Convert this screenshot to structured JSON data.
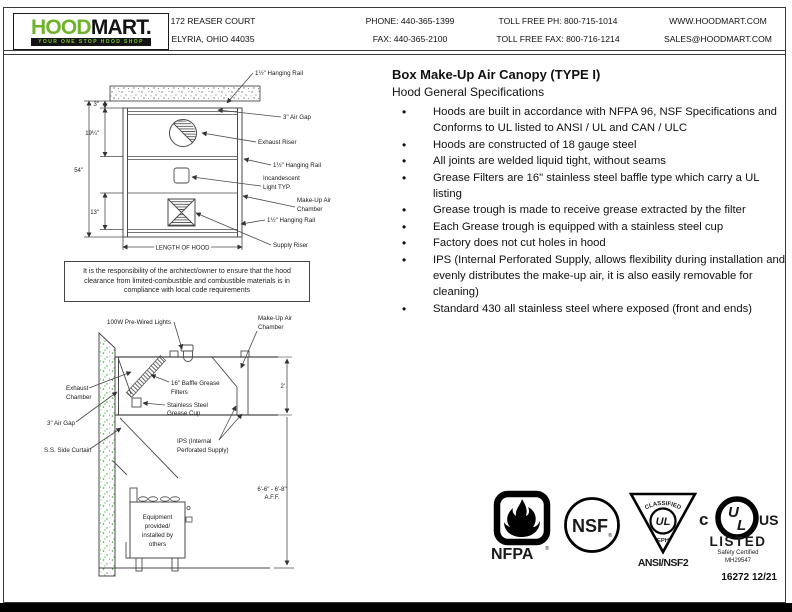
{
  "colors": {
    "logo_green": "#6fb32b",
    "wall_stipple_green": "#3aa32f"
  },
  "header": {
    "logo": {
      "hood": "HOOD",
      "mart": "MART.",
      "tagline": "YOUR ONE STOP HOOD SHOP"
    },
    "address1": "172 REASER COURT",
    "address2": "ELYRIA, OHIO 44035",
    "phone": "PHONE: 440-365-1399",
    "fax": "FAX: 440-365-2100",
    "tollfree_phone": "TOLL FREE PH: 800-715-1014",
    "tollfree_fax": "TOLL FREE FAX: 800-716-1214",
    "website": "WWW.HOODMART.COM",
    "email": "SALES@HOODMART.COM"
  },
  "specs": {
    "title": "Box Make-Up Air Canopy (TYPE I)",
    "subtitle": "Hood General Specifications",
    "bullets": [
      "Hoods are built in accordance with NFPA 96, NSF Specifications and Conforms to UL listed to ANSI / UL and CAN / ULC",
      "Hoods are constructed of 18 gauge steel",
      "All joints are welded liquid tight, without seams",
      "Grease Filters are 16\" stainless steel baffle type which carry a UL listing",
      "Grease trough is made to receive grease extracted by the filter",
      "Each Grease trough is equipped with a stainless steel cup",
      "Factory does not cut holes in hood",
      "IPS (Internal Perforated Supply, allows flexibility during installation and evenly distributes the make-up air, it is also easily removable for cleaning)",
      "Standard 430 all stainless steel where exposed (front and ends)"
    ]
  },
  "front_view": {
    "dim_air_gap": "3\"",
    "dim_exhaust": "19¼\"",
    "dim_overall": "54\"",
    "dim_supply": "13\"",
    "label_rail_top": "1½\" Hanging Rail",
    "label_air_gap": "3\" Air Gap",
    "label_exhaust_riser": "Exhaust Riser",
    "label_rail_mid": "1½\" Hanging Rail",
    "label_light_1": "Incandescent",
    "label_light_2": "Light TYP.",
    "label_mua_1": "Make-Up Air",
    "label_mua_2": "Chamber",
    "label_rail_bottom": "1½\" Hanging Rail",
    "label_supply_riser": "Supply Riser",
    "label_length": "LENGTH OF HOOD"
  },
  "disclaimer": "It is the responsibility of the architect/owner to ensure that the hood clearance from limited-combustible and combustible materials is in compliance with local code requirements",
  "side_view": {
    "label_lights": "100W Pre-Wired Lights",
    "label_mua_1": "Make-Up Air",
    "label_mua_2": "Chamber",
    "label_exhaust_1": "Exhaust",
    "label_exhaust_2": "Chamber",
    "label_filters_1": "16\" Baffle Grease",
    "label_filters_2": "Filters",
    "label_cup_1": "Stainless Steel",
    "label_cup_2": "Grease Cup",
    "label_air_gap": "3\" Air Gap",
    "label_curtain": "S.S. Side Curtain",
    "label_ips_1": "IPS (Internal",
    "label_ips_2": "Perforated Supply)",
    "dim_height": "2'",
    "dim_aff_1": "6'-6\" - 6'-8\"",
    "dim_aff_2": "A.F.F.",
    "equipment_1": "Equipment",
    "equipment_2": "provided/",
    "equipment_3": "installed by",
    "equipment_4": "others"
  },
  "certs": {
    "nfpa": "NFPA",
    "nfpa_r": "®",
    "nsf": "NSF",
    "nsf_r": "®",
    "classified": "CLASSIFIED",
    "ul_small": "UL",
    "eph": "EPH",
    "ansi": "ANSI/NSF2",
    "c": "c",
    "u": "U",
    "l": "L",
    "us": "US",
    "listed": "LISTED",
    "safety": "Safety Certified",
    "cert_no": "MH29547"
  },
  "footer": {
    "doc_number": "16272 12/21"
  }
}
